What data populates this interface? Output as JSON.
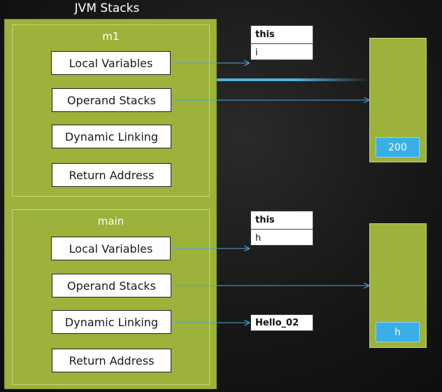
{
  "title": "JVM Stacks",
  "frames": [
    {
      "name": "m1",
      "items": [
        "Local Variables",
        "Operand Stacks",
        "Dynamic Linking",
        "Return Address"
      ]
    },
    {
      "name": "main",
      "items": [
        "Local Variables",
        "Operand Stacks",
        "Dynamic Linking",
        "Return Address"
      ]
    }
  ],
  "local_tables": [
    {
      "rows": [
        "this",
        "i"
      ]
    },
    {
      "rows": [
        "this",
        "h"
      ]
    }
  ],
  "linking_ref": "Hello_02",
  "heap_values": [
    "200",
    "h"
  ],
  "colors": {
    "frame_green": "#9cb23a",
    "value_blue": "#3aaee6",
    "arrow": "#4fa6d8"
  }
}
